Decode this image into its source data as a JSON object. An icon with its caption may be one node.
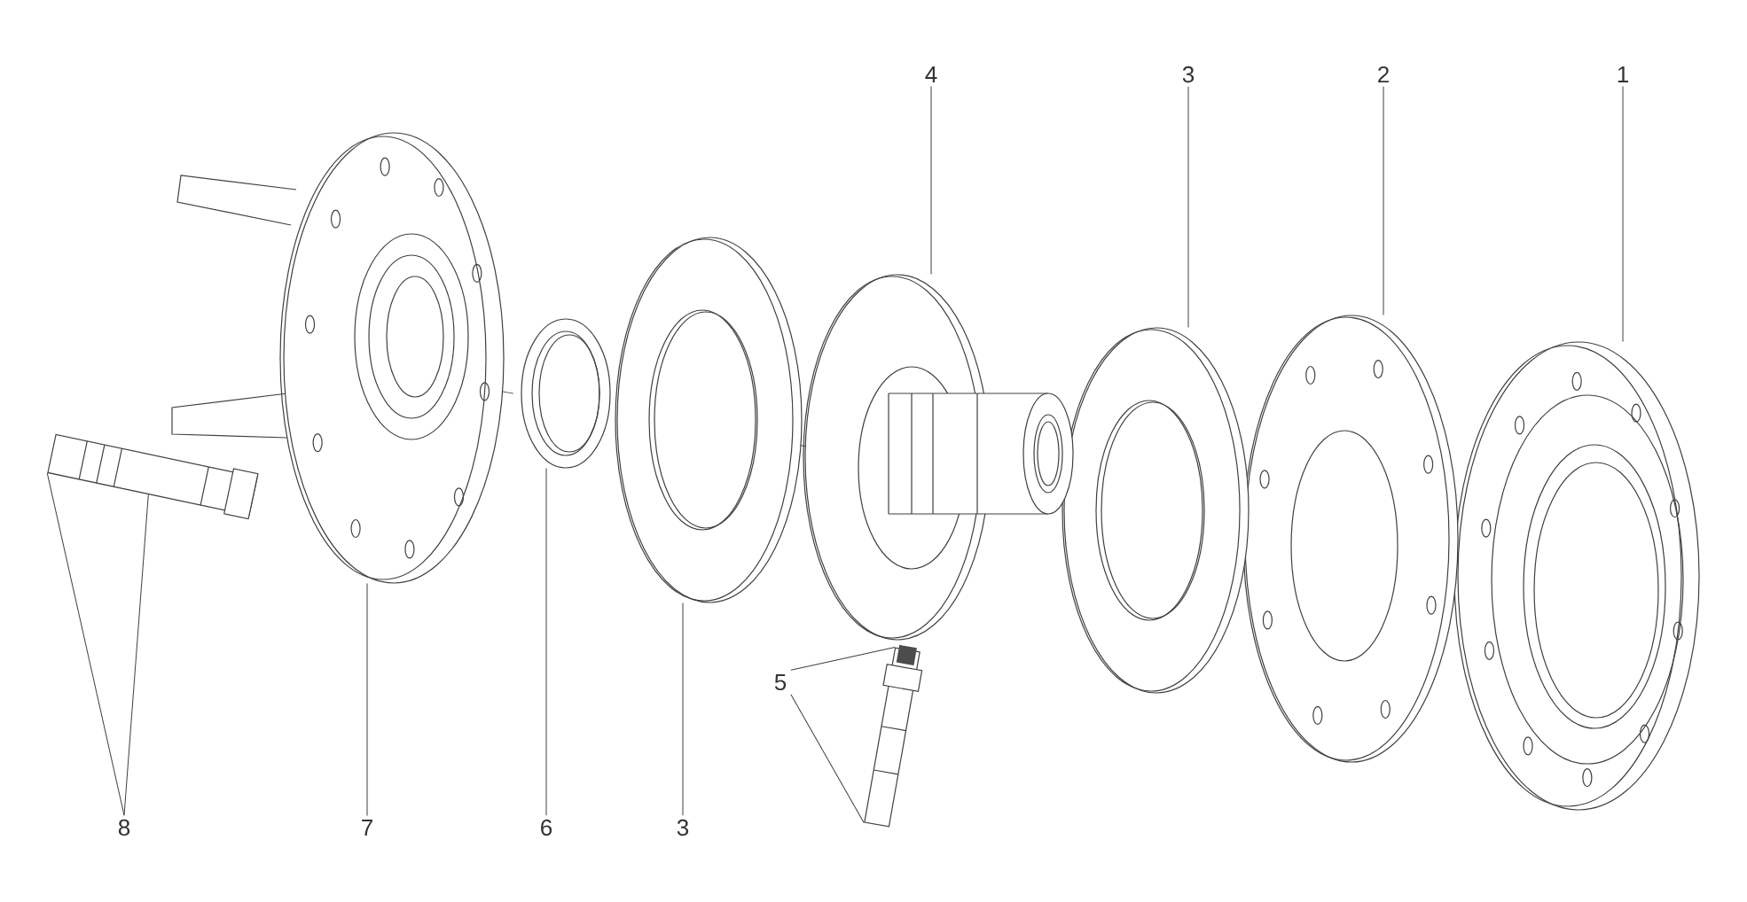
{
  "diagram": {
    "nodes": [
      {
        "text": [
          "1"
        ]
      },
      {
        "text": [
          "2"
        ]
      },
      {
        "text": [
          "3"
        ]
      },
      {
        "text": [
          "4"
        ]
      },
      {
        "text": [
          "5"
        ]
      },
      {
        "text": [
          "3"
        ]
      },
      {
        "text": [
          "6"
        ]
      },
      {
        "text": [
          "7"
        ]
      },
      {
        "text": [
          "8"
        ]
      },
      {
        "text": [],
        "shape": "ring"
      },
      {
        "text": [],
        "shape": "ring"
      },
      {
        "text": [],
        "shape": "ring"
      },
      {
        "text": [],
        "shape": "ring"
      },
      {
        "text": [],
        "shape": "bolt"
      },
      {
        "text": [],
        "shape": "ring"
      },
      {
        "text": [],
        "shape": "ring"
      },
      {
        "text": [],
        "shape": "ring"
      },
      {
        "text": [],
        "shape": "bolt"
      }
    ],
    "edges": [
      {
        "from": 0,
        "to": 9,
        "arrow": "none"
      },
      {
        "from": 1,
        "to": 10,
        "arrow": "none"
      },
      {
        "from": 2,
        "to": 11,
        "arrow": "none"
      },
      {
        "from": 3,
        "to": 12,
        "arrow": "none"
      },
      {
        "from": 4,
        "to": 13,
        "arrow": "none"
      },
      {
        "from": 4,
        "to": 13,
        "arrow": "none"
      },
      {
        "from": 5,
        "to": 14,
        "arrow": "none"
      },
      {
        "from": 6,
        "to": 15,
        "arrow": "none"
      },
      {
        "from": 7,
        "to": 16,
        "arrow": "none"
      },
      {
        "from": 8,
        "to": 17,
        "arrow": "none"
      },
      {
        "from": 8,
        "to": 17,
        "arrow": "none"
      }
    ]
  }
}
